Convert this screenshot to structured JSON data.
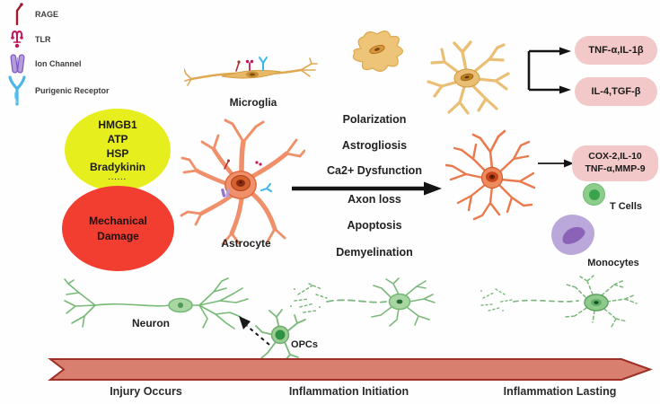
{
  "colors": {
    "bg": "#fefefe",
    "yellowEllipse": "#e7ee1e",
    "redEllipse": "#f23d31",
    "pinkBox": "#f2c8c8",
    "bannerFill": "#d97f70",
    "bannerBorder": "#9e2f27",
    "microglia": "#e9b867",
    "astrocyte": "#f0906a",
    "neuron": "#76ba76",
    "tcellOuter": "#8ccd8b",
    "tcellInner": "#3aa34e",
    "monocyte": "#b9a8d9",
    "arrow": "#141414"
  },
  "legend": {
    "items": [
      {
        "id": "rage",
        "label": "RAGE"
      },
      {
        "id": "tlr",
        "label": "TLR"
      },
      {
        "id": "ion-channel",
        "label": "Ion Channel"
      },
      {
        "id": "purigenic-receptor",
        "label": "Purigenic Receptor"
      }
    ]
  },
  "triggers": {
    "signals": [
      "HMGB1",
      "ATP",
      "HSP",
      "Bradykinin",
      "......"
    ],
    "mechanical": [
      "Mechanical",
      "Damage"
    ]
  },
  "cells": {
    "microglia": "Microglia",
    "astrocyte": "Astrocyte",
    "neuron": "Neuron",
    "opcs": "OPCs",
    "t_cells": "T Cells",
    "monocytes": "Monocytes"
  },
  "processes": [
    "Polarization",
    "Astrogliosis",
    "Ca2+ Dysfunction",
    "Axon loss",
    "Apoptosis",
    "Demyelination"
  ],
  "mediators": {
    "microglia_pro": "TNF-α,IL-1β",
    "microglia_anti": "IL-4,TGF-β",
    "astrocyte_line1": "COX-2,IL-10",
    "astrocyte_line2": "TNF-α,MMP-9"
  },
  "timeline": [
    "Injury Occurs",
    "Inflammation Initiation",
    "Inflammation Lasting"
  ]
}
